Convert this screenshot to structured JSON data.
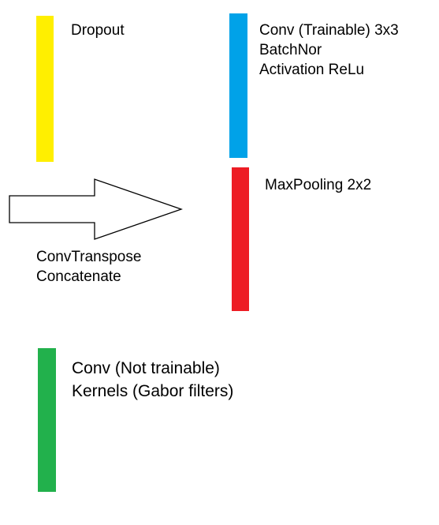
{
  "legend": {
    "dropout": {
      "color": "#ffef00",
      "lines": [
        "Dropout"
      ]
    },
    "conv_trainable": {
      "color": "#00a2e8",
      "lines": [
        "Conv (Trainable) 3x3",
        "BatchNor",
        "Activation ReLu"
      ]
    },
    "maxpooling": {
      "color": "#ed1c24",
      "lines": [
        "MaxPooling 2x2"
      ]
    },
    "upsample": {
      "arrow_icon": "right-arrow-outline-icon",
      "lines": [
        "ConvTranspose",
        "Concatenate"
      ]
    },
    "conv_gabor": {
      "color": "#22b14c",
      "lines": [
        "Conv (Not trainable)",
        "Kernels (Gabor filters)"
      ]
    }
  }
}
